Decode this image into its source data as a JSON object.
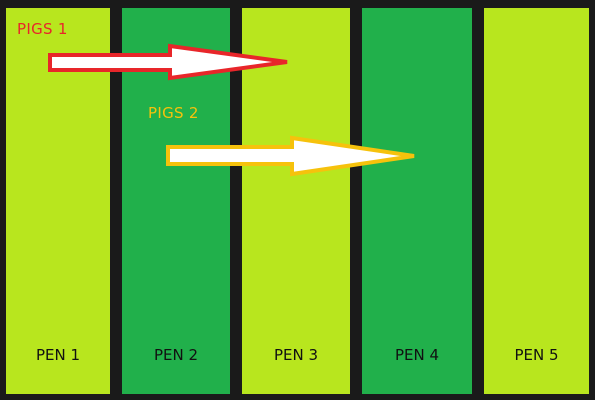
{
  "colors": {
    "light_green": "#b8e61e",
    "dark_green": "#21b04b",
    "border": "#1a1a1a",
    "pigs1_outline": "#e8262a",
    "pigs2_outline": "#f6c20c",
    "arrow_fill": "#ffffff"
  },
  "pens": [
    {
      "label": "PEN 1",
      "shade": "light"
    },
    {
      "label": "PEN 2",
      "shade": "dark"
    },
    {
      "label": "PEN 3",
      "shade": "light"
    },
    {
      "label": "PEN 4",
      "shade": "dark"
    },
    {
      "label": "PEN 5",
      "shade": "light"
    }
  ],
  "groups": [
    {
      "label": "PIGS 1",
      "color": "#e8262a",
      "from_pen": 1,
      "to_pen": 3,
      "icon": "arrow-right-icon"
    },
    {
      "label": "PIGS 2",
      "color": "#f6c20c",
      "from_pen": 2,
      "to_pen": 4,
      "icon": "arrow-right-icon"
    }
  ]
}
